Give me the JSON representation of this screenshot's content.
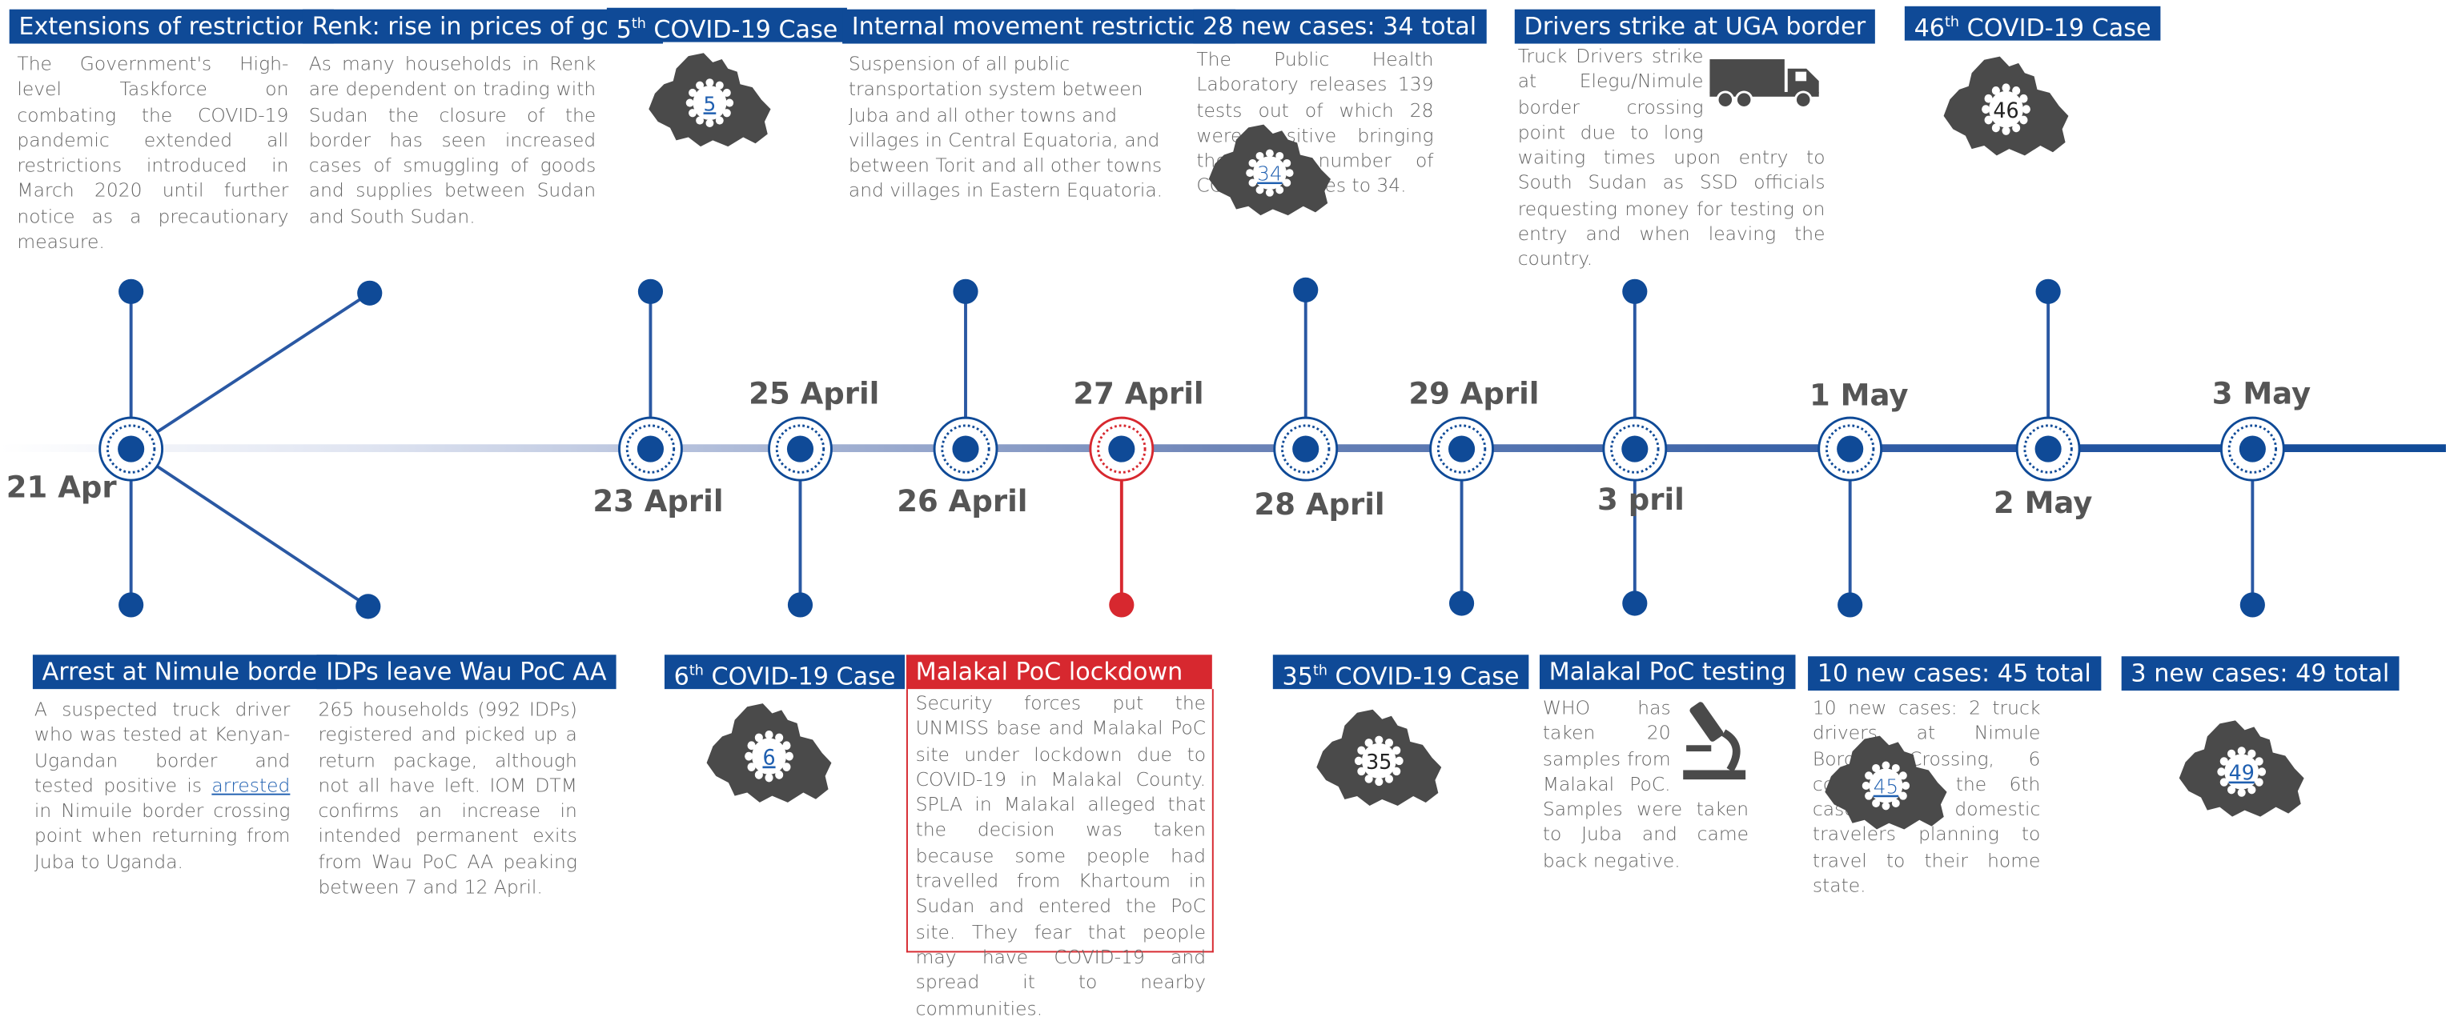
{
  "events": {
    "extensions": {
      "title": "Extensions of restrictions",
      "text": "The Government's High-level Taskforce on combating the COVID-19 pandemic extended all restrictions introduced in March 2020 until further notice as a precautionary measure."
    },
    "renk": {
      "title": "Renk: rise in prices of goods",
      "text": "As many households in Renk are dependent on trading with Sudan the closure of the border has seen increased cases of smuggling of goods and supplies between Sudan and South Sudan."
    },
    "case5": {
      "title_num": "5",
      "title_sup": "th",
      "title_rest": " COVID-19 Case",
      "map_number": "5"
    },
    "internal": {
      "title": "Internal movement restrictions",
      "text": "Suspension of all public transportation system between Juba and all other towns and villages in Central Equatoria, and between Torit and all other towns and villages in Eastern Equatoria."
    },
    "new28": {
      "title": "28 new cases: 34 total",
      "text": "The Public Health Laboratory releases 139 tests out of which 28 were positive bringing the total number of COVID-19 cases to 34.",
      "map_number": "34"
    },
    "strike": {
      "title": "Drivers strike at UGA border",
      "text": "Truck Drivers strike at Elegu/Nimule border crossing point due to long waiting times upon entry to South Sudan as SSD officials requesting money for testing on entry and when leaving the country."
    },
    "case46": {
      "title_num": "46",
      "title_sup": "th",
      "title_rest": " COVID-19 Case",
      "map_number": "46"
    },
    "arrest": {
      "title": "Arrest at Nimule border",
      "text_before": "A suspected truck driver who was tested at Kenyan-Ugandan border and tested positive is",
      "link": "arrested",
      "text_after": "in Nimuile border crossing point when returning from Juba to Uganda."
    },
    "idps": {
      "title": "IDPs leave Wau PoC AA",
      "text": "265 households (992 IDPs) registered and picked up a return package, although not all have left. IOM DTM confirms an increase in intended permanent exits from Wau PoC AA peaking between 7 and 12 April."
    },
    "case6": {
      "title_num": "6",
      "title_sup": "th",
      "title_rest": " COVID-19 Case",
      "map_number": "6"
    },
    "malakal_lock": {
      "title": "Malakal PoC lockdown",
      "text": "Security forces put the UNMISS base and Malakal PoC site under lockdown due to COVID-19 in Malakal County. SPLA in Malakal alleged that the decision was taken because some people had travelled from Khartoum in Sudan and entered the PoC site. They fear that people may have COVID-19 and spread it to nearby communities."
    },
    "case35": {
      "title_num": "35",
      "title_sup": "th",
      "title_rest": " COVID-19 Case",
      "map_number": "35"
    },
    "malakal_test": {
      "title": "Malakal PoC testing",
      "text": "WHO has taken 20 samples from Malakal PoC. Samples were taken to Juba and came back negative."
    },
    "new10": {
      "title": "10 new cases: 45 total",
      "text": "10 new cases: 2 truck drivers at Nimule Border Crossing, 6 contacts of the 6th case, 2 domestic travelers planning to travel to their home state.",
      "map_number": "45"
    },
    "new3": {
      "title": "3 new cases: 49 total",
      "map_number": "49"
    }
  },
  "dates": {
    "d21": "21 Apr",
    "d23": "23 April",
    "d25": "25 April",
    "d26": "26 April",
    "d27": "27 April",
    "d28": "28 April",
    "d29": "29 April",
    "d30": "3 pril",
    "d1": "1 May",
    "d2": "2 May",
    "d3": "3 May"
  },
  "colors": {
    "primary": "#0f4a97",
    "highlight": "#d7282f",
    "map": "#4a4a4a",
    "text": "#666666"
  },
  "icons": {
    "map": "south-sudan-map-icon",
    "truck": "truck-icon",
    "microscope": "microscope-icon"
  }
}
